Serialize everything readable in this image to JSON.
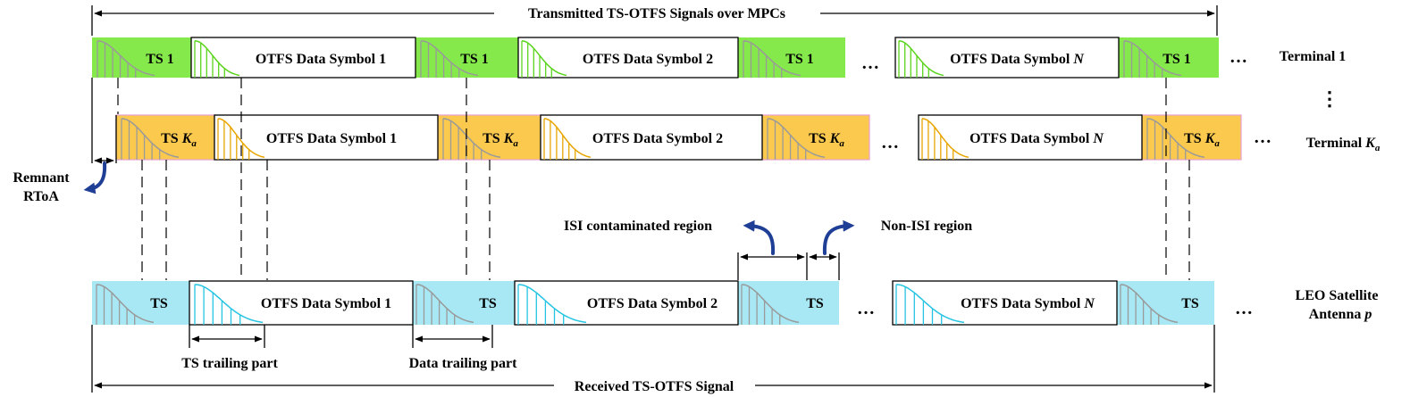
{
  "top_span_label": "Transmitted TS-OTFS Signals over MPCs",
  "bottom_span_label": "Received TS-OTFS Signal",
  "terminal1": {
    "label": "Terminal 1",
    "ts_label": "TS 1",
    "data_labels": [
      "OTFS Data Symbol 1",
      "OTFS Data Symbol 2",
      "OTFS Data Symbol "
    ],
    "n_symbol": "N",
    "ellipsis": "…",
    "color": "#86e94b"
  },
  "terminalK": {
    "label": "Terminal ",
    "label_sub": "K",
    "label_sub2": "a",
    "ts_label": "TS ",
    "ts_k": "K",
    "ts_a": "a",
    "data_labels": [
      "OTFS Data Symbol 1",
      "OTFS Data Symbol 2",
      "OTFS Data Symbol "
    ],
    "n_symbol": "N",
    "ellipsis": "…",
    "color": "#fcc94f"
  },
  "satellite": {
    "label_line1": "LEO Satellite",
    "label_line2": "Antenna ",
    "label_p": "p",
    "ts_label": "TS",
    "data_labels": [
      "OTFS Data Symbol 1",
      "OTFS Data Symbol 2",
      "OTFS Data Symbol "
    ],
    "n_symbol": "N",
    "ellipsis": "…",
    "color": "#a8e8f4"
  },
  "vertical_ellipsis": "⋮",
  "annotations": {
    "remnant_line1": "Remnant",
    "remnant_line2": "RToA",
    "isi_region": "ISI contaminated region",
    "non_isi_region": "Non-ISI region",
    "ts_trailing": "TS trailing part",
    "data_trailing": "Data trailing part"
  },
  "colors": {
    "ts_curve_gray": "#9a9a9a",
    "green_curve": "#5ad41c",
    "orange_curve": "#e8a500",
    "cyan_curve": "#25c4e2",
    "arrow_blue": "#1f3e96"
  }
}
